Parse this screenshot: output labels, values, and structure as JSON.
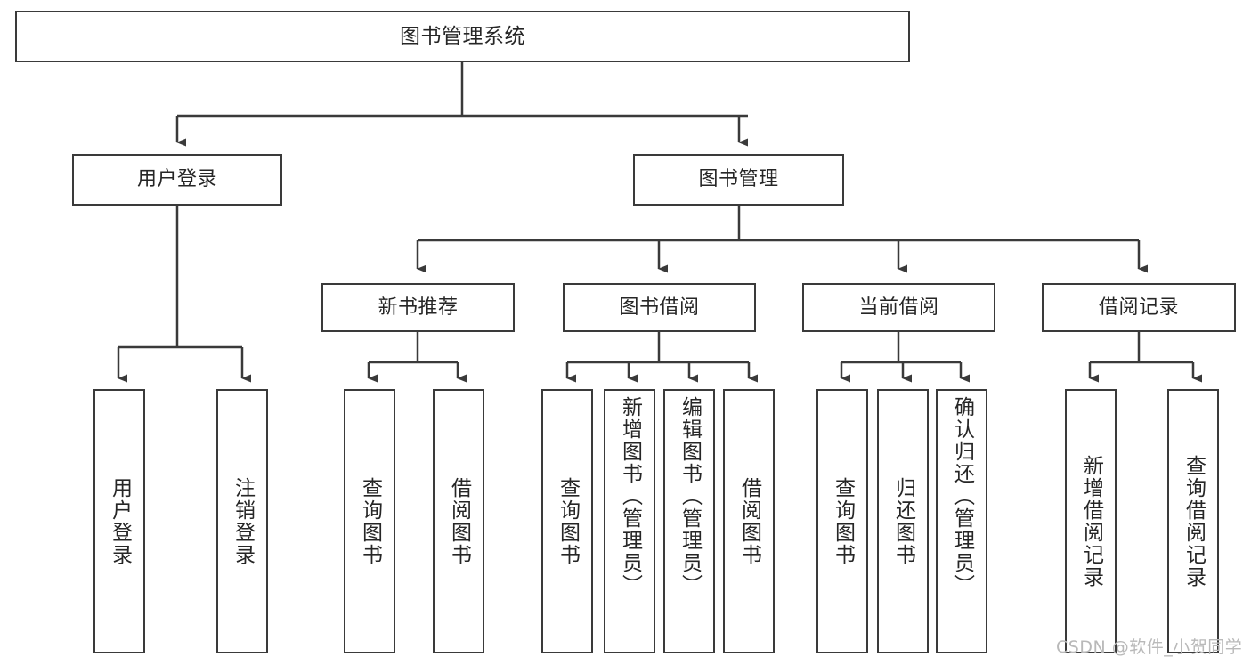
{
  "diagram": {
    "title": "图书管理系统",
    "type": "hierarchy-tree",
    "root": {
      "id": "root",
      "label": "图书管理系统"
    },
    "level2": [
      {
        "id": "user-login",
        "label": "用户登录"
      },
      {
        "id": "book-manage",
        "label": "图书管理"
      }
    ],
    "level3": [
      {
        "id": "new-book-recommend",
        "label": "新书推荐"
      },
      {
        "id": "book-borrow",
        "label": "图书借阅"
      },
      {
        "id": "current-borrow",
        "label": "当前借阅"
      },
      {
        "id": "borrow-record",
        "label": "借阅记录"
      }
    ],
    "leaves": {
      "user_login": [
        {
          "id": "leaf-user-login",
          "label": "用户登录"
        },
        {
          "id": "leaf-logout-login",
          "label": "注销登录"
        }
      ],
      "new_book_recommend": [
        {
          "id": "leaf-query-book-1",
          "label": "查询图书"
        },
        {
          "id": "leaf-borrow-book-1",
          "label": "借阅图书"
        }
      ],
      "book_borrow": [
        {
          "id": "leaf-query-book-2",
          "label": "查询图书"
        },
        {
          "id": "leaf-add-book",
          "label": "新增图书（管理员）"
        },
        {
          "id": "leaf-edit-book",
          "label": "编辑图书（管理员）"
        },
        {
          "id": "leaf-borrow-book-2",
          "label": "借阅图书"
        }
      ],
      "current_borrow": [
        {
          "id": "leaf-query-book-3",
          "label": "查询图书"
        },
        {
          "id": "leaf-return-book",
          "label": "归还图书"
        },
        {
          "id": "leaf-confirm-return",
          "label": "确认归还（管理员）"
        }
      ],
      "borrow_record": [
        {
          "id": "leaf-add-record",
          "label": "新增借阅记录"
        },
        {
          "id": "leaf-query-record",
          "label": "查询借阅记录"
        }
      ]
    }
  },
  "watermark": {
    "text": "CSDN @软件_小贺同学"
  },
  "colors": {
    "stroke": "#3a3a3a",
    "text": "#262626",
    "background": "#ffffff",
    "watermark": "#b9b9b9"
  }
}
